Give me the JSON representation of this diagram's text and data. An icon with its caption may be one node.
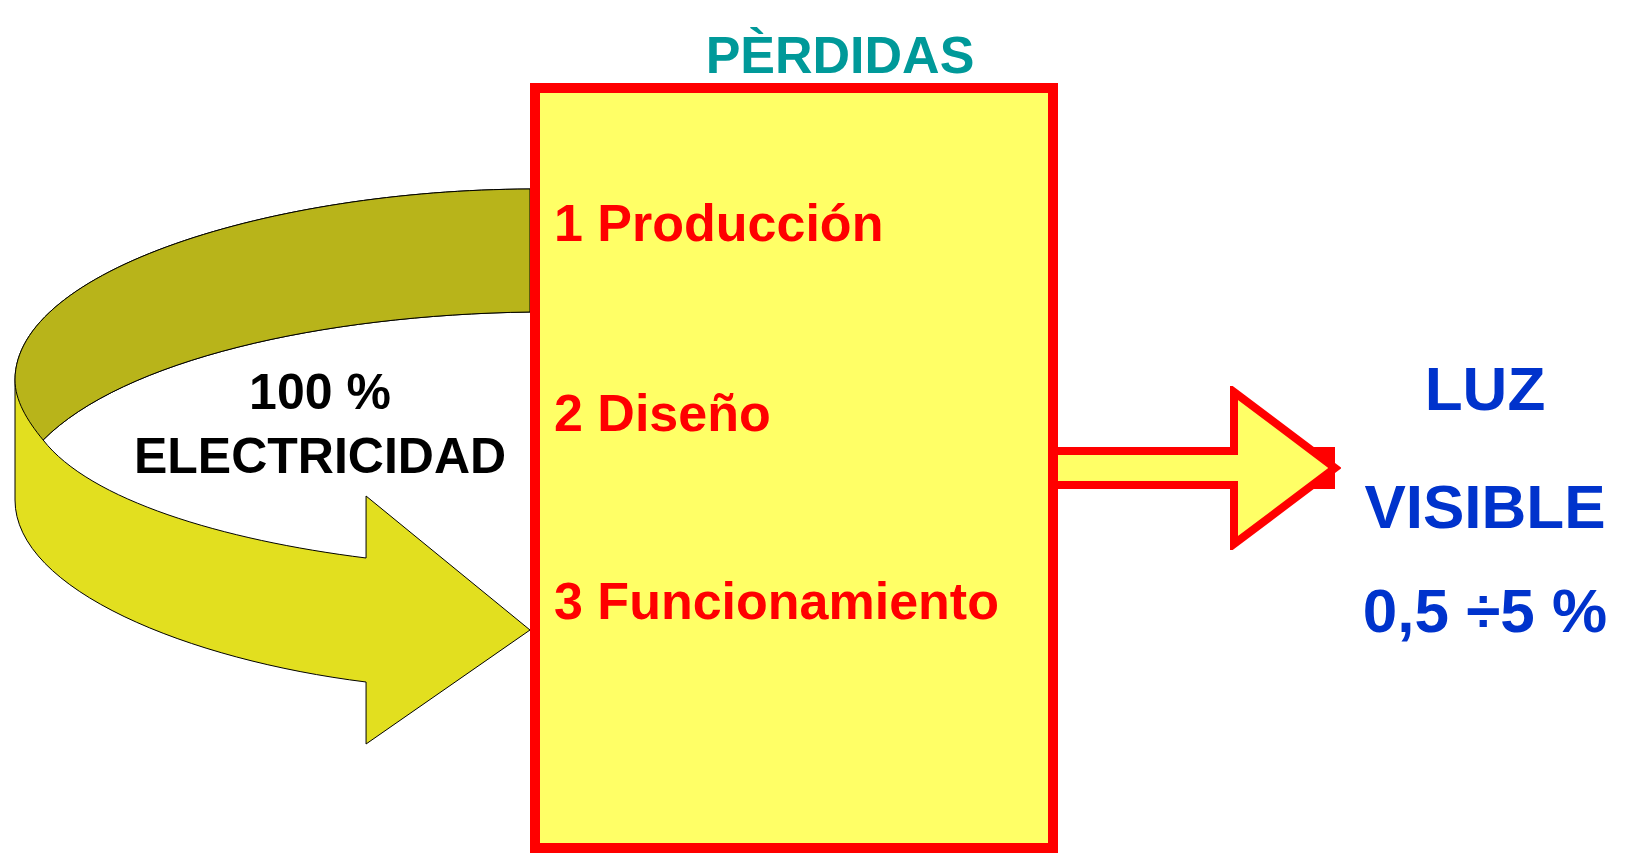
{
  "diagram": {
    "nodes": [
      {
        "text": [
          "PÈRDIDAS",
          "1 Producción",
          "2 Diseño",
          "3 Funcionamiento"
        ]
      },
      {
        "text": [
          "LUZ VISIBLE",
          "0,5 ÷5 %"
        ]
      }
    ],
    "edges": [
      {
        "from": null,
        "to": 0,
        "arrow": "to",
        "label": "100 % ELECTRICIDAD"
      },
      {
        "from": 0,
        "to": 1,
        "arrow": "to"
      }
    ]
  }
}
